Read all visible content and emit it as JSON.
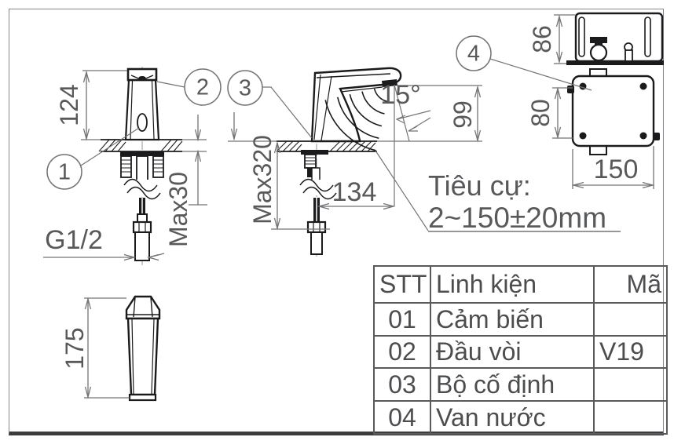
{
  "dims": {
    "front_height": "124",
    "counter_max": "Max30",
    "thread": "G1/2",
    "body_height": "175",
    "hose_max": "Max320",
    "reach": "134",
    "angle": "15°",
    "outlet_height": "99",
    "valve_depth": "86",
    "valve_height": "80",
    "valve_width": "150"
  },
  "callouts": {
    "c1": "1",
    "c2": "2",
    "c3": "3",
    "c4": "4"
  },
  "focal": {
    "label": "Tiêu cự:",
    "value": "2~150±20mm"
  },
  "table": {
    "headers": [
      "STT",
      "Linh kiện",
      "Mã"
    ],
    "rows": [
      [
        "01",
        "Cảm biến",
        ""
      ],
      [
        "02",
        "Đầu vòi",
        "V19"
      ],
      [
        "03",
        "Bộ cố định",
        ""
      ],
      [
        "04",
        "Van nước",
        ""
      ]
    ]
  },
  "colors": {
    "line_dark": "#1b1b1d",
    "line_dim": "#737477",
    "text_gray": "#58595b",
    "centerline": "#97989b",
    "frame": "#85878a"
  }
}
